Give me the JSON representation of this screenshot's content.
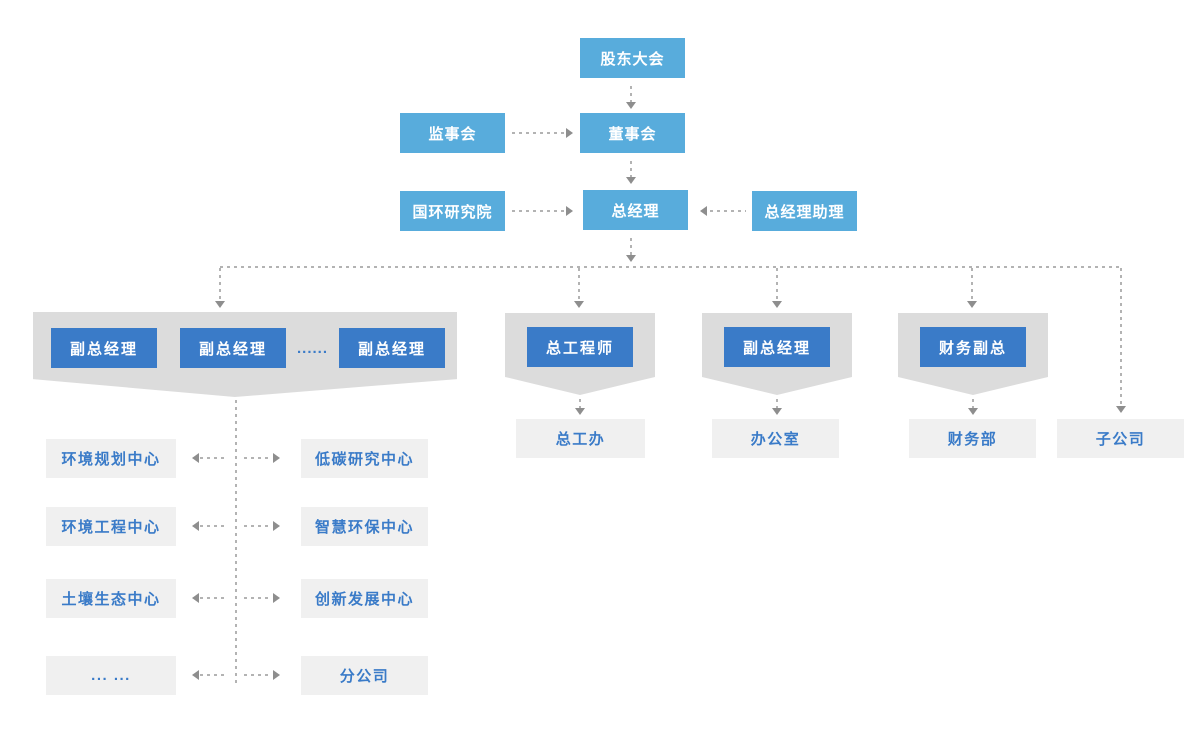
{
  "colors": {
    "light_blue": "#58ACDC",
    "dark_blue": "#3A7BC8",
    "shape_gray": "#DCDCDC",
    "box_gray": "#F0F0F0",
    "line_gray": "#B3B3B3",
    "arrow_gray": "#8E8E8E",
    "text_white": "#FFFFFF",
    "bg": "#FFFFFF"
  },
  "nodes": {
    "shareholders": "股东大会",
    "supervisory": "监事会",
    "board": "董事会",
    "research_institute": "国环研究院",
    "general_manager": "总经理",
    "gm_assistant": "总经理助理",
    "deputy_gm_1": "副总经理",
    "deputy_gm_2": "副总经理",
    "deputy_gm_3": "副总经理",
    "deputy_dots": "......",
    "chief_engineer": "总工程师",
    "deputy_gm_office": "副总经理",
    "finance_deputy": "财务副总",
    "chief_engineer_office": "总工办",
    "office": "办公室",
    "finance_dept": "财务部",
    "subsidiary": "子公司"
  },
  "sub_centers": {
    "left": [
      "环境规划中心",
      "环境工程中心",
      "土壤生态中心",
      "... ..."
    ],
    "right": [
      "低碳研究中心",
      "智慧环保中心",
      "创新发展中心",
      "分公司"
    ]
  }
}
